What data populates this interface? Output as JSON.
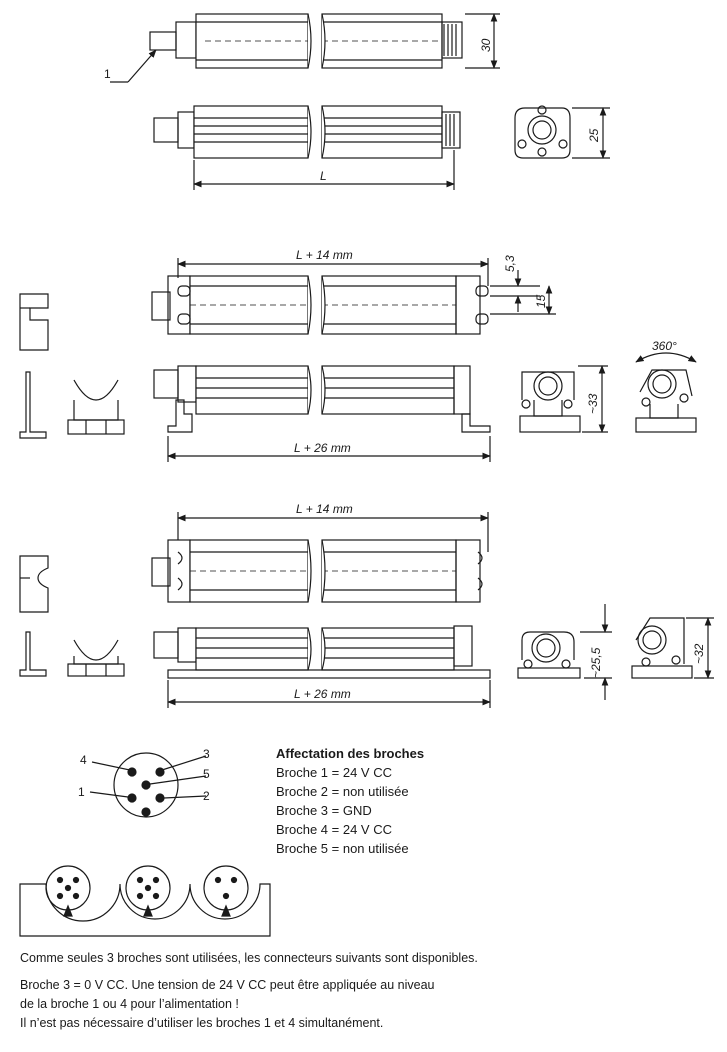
{
  "views": {
    "top": {
      "label_1": "1",
      "dim_height": "30",
      "dim_side": "25",
      "dim_length": "L"
    },
    "middle": {
      "dim_length_top": "L + 14 mm",
      "dim_slot": "5,3",
      "dim_hole": "15",
      "dim_height": "~33",
      "dim_rotation": "360°",
      "dim_length_bottom": "L + 26 mm"
    },
    "lower": {
      "dim_length_top": "L + 14 mm",
      "dim_height_a": "~25,5",
      "dim_height_b": "~32",
      "dim_length_bottom": "L + 26 mm"
    }
  },
  "connector": {
    "pin_labels": [
      "4",
      "3",
      "5",
      "1",
      "2"
    ]
  },
  "pin_assignment": {
    "title": "Affectation des broches",
    "rows": [
      "Broche 1 = 24 V CC",
      "Broche 2 = non utilisée",
      "Broche 3 = GND",
      "Broche 4 = 24 V CC",
      "Broche 5 = non utilisée"
    ]
  },
  "notes": {
    "line1": "Comme seules 3 broches sont utilisées, les connecteurs suivants sont disponibles.",
    "line2": "Broche 3 = 0 V CC. Une tension de 24 V CC peut être appliquée au niveau",
    "line3": "de la broche 1 ou 4 pour l’alimentation !",
    "line4": "Il n’est pas nécessaire d’utiliser les broches 1 et 4 simultanément."
  }
}
